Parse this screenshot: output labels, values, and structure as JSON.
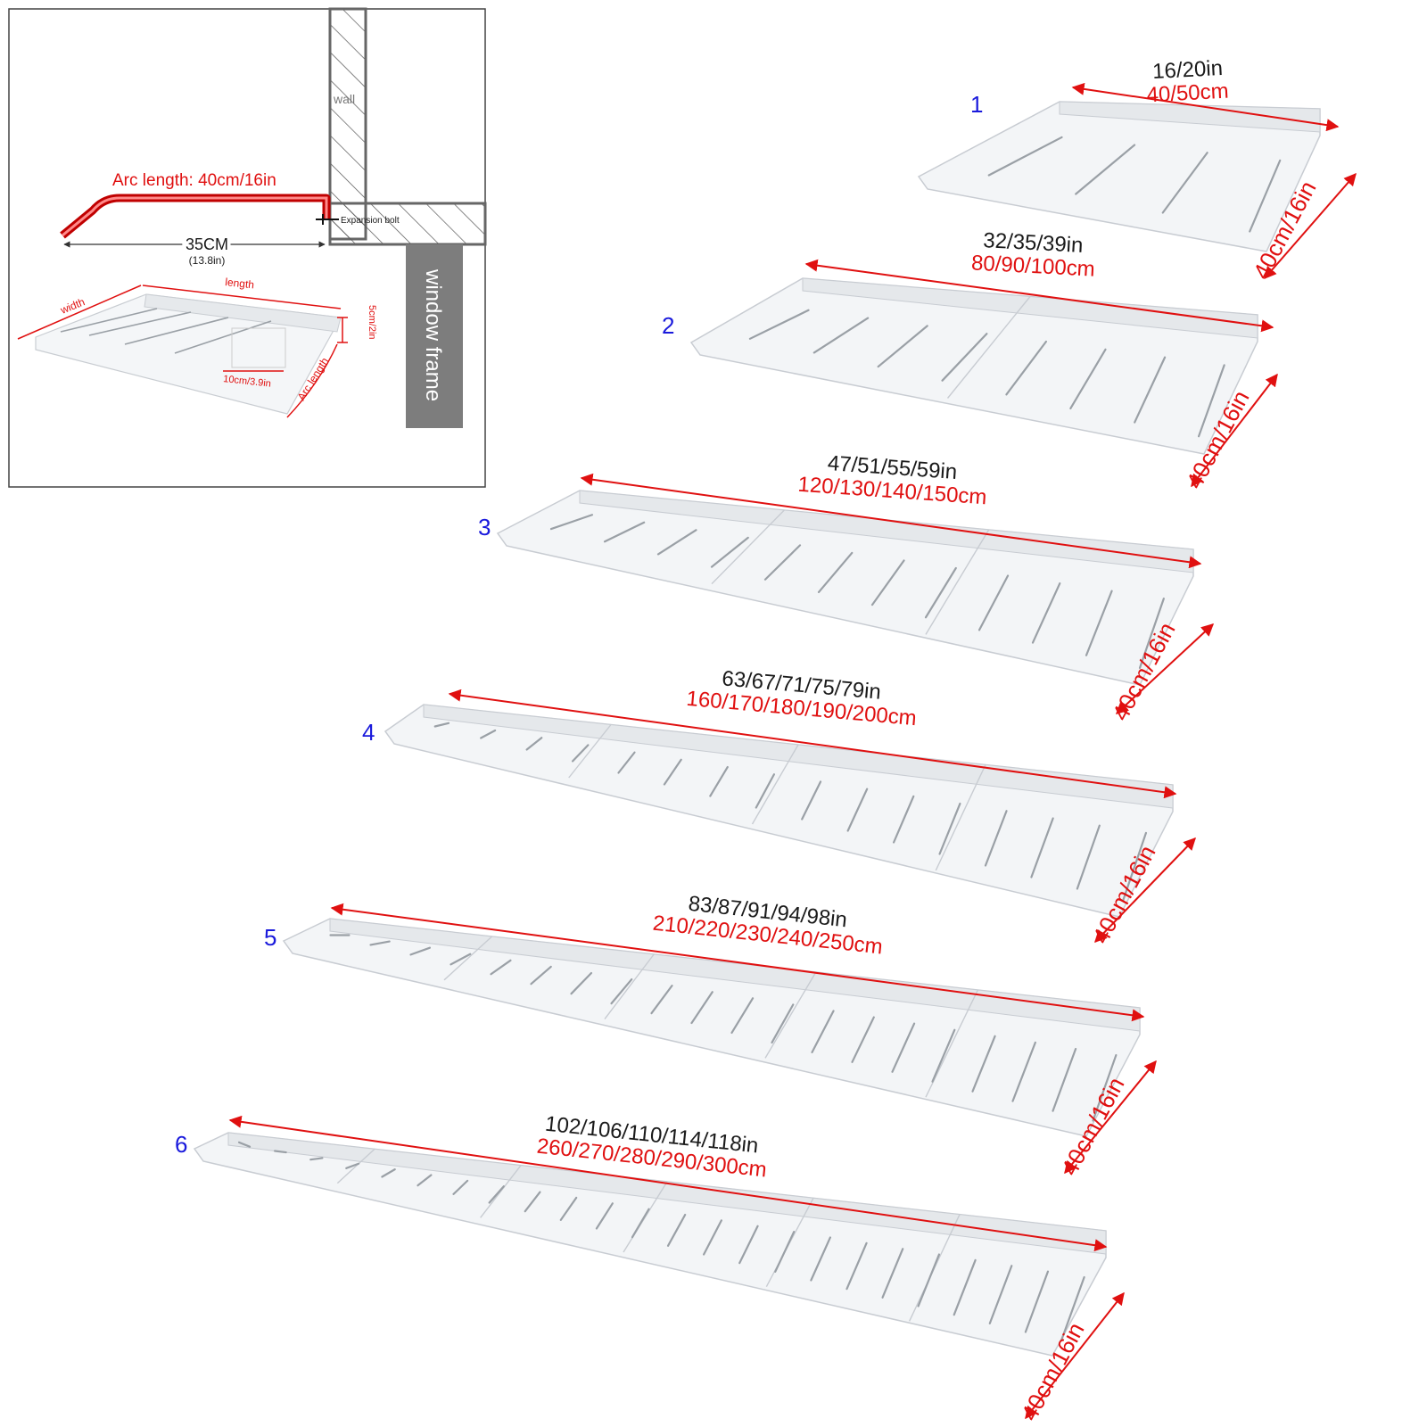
{
  "colors": {
    "red": "#e01010",
    "blue": "#1a1adc",
    "gray_frame": "#7d7d7d",
    "panel_fill": "#f3f5f7",
    "panel_edge": "#c8ccd2",
    "rib": "#9aa0a6"
  },
  "inset": {
    "wall_label": "wall",
    "arc_length_label": "Arc length: 40cm/16in",
    "expansion_bolt_label": "Expansion bolt",
    "depth_label": "35CM",
    "depth_sub_label": "(13.8in)",
    "window_frame_label": "window frame",
    "width_label": "width",
    "length_label": "length",
    "height_label": "5cm/2in",
    "spacing_label": "10cm/3.9in",
    "arc_label": "Arc length"
  },
  "variants": [
    {
      "number": "1",
      "inches": "16/20in",
      "cm": "40/50cm",
      "projection": "40cm/16in"
    },
    {
      "number": "2",
      "inches": "32/35/39in",
      "cm": "80/90/100cm",
      "projection": "40cm/16in"
    },
    {
      "number": "3",
      "inches": "47/51/55/59in",
      "cm": "120/130/140/150cm",
      "projection": "40cm/16in"
    },
    {
      "number": "4",
      "inches": "63/67/71/75/79in",
      "cm": "160/170/180/190/200cm",
      "projection": "40cm/16in"
    },
    {
      "number": "5",
      "inches": "83/87/91/94/98in",
      "cm": "210/220/230/240/250cm",
      "projection": "40cm/16in"
    },
    {
      "number": "6",
      "inches": "102/106/110/114/118in",
      "cm": "260/270/280/290/300cm",
      "projection": "40cm/16in"
    }
  ]
}
